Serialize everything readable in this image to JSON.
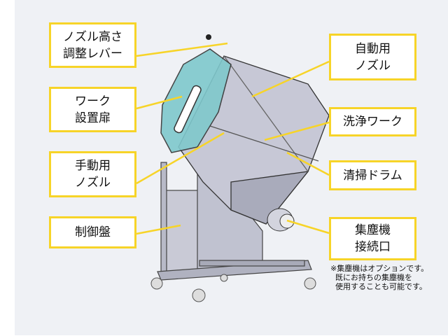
{
  "labels": {
    "nozzle_lever": "ノズル高さ\n調整レバー",
    "work_door": "ワーク\n設置扉",
    "manual_nozzle": "手動用\nノズル",
    "control_panel": "制御盤",
    "auto_nozzle": "自動用\nノズル",
    "wash_work": "洗浄ワーク",
    "cleaning_drum": "清掃ドラム",
    "dust_port": "集塵機\n接続口"
  },
  "note": "※集塵機はオプションです。\n  既にお持ちの集塵機を\n  使用することも可能です。",
  "colors": {
    "accent": "#f7d428",
    "background": "#eff1f5",
    "door": "#7fc8cc"
  }
}
